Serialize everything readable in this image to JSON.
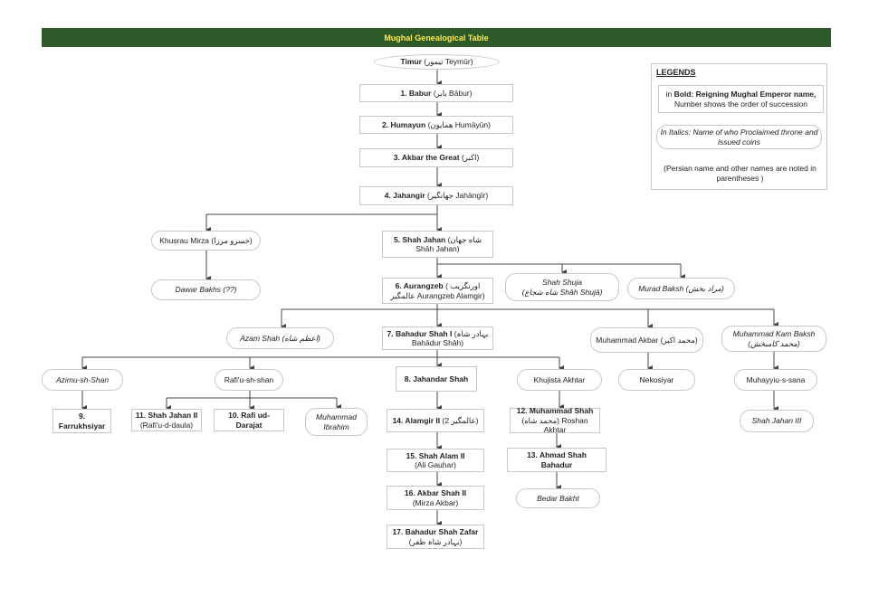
{
  "title": "Mughal Genealogical Table",
  "legend": {
    "heading": "LEGENDS",
    "bold_prefix": "in ",
    "bold_text": "Bold: Reigning Mughal Emperor name,",
    "bold_rest": "Number shows the order of succession",
    "italic_text": "In Italics: Name of who Proclaimed throne and issued coins",
    "note": "(Persian name and other names are noted in parentheses )"
  },
  "nodes": {
    "timur": {
      "name": "Timur",
      "rest": " (تیمور Teymūr)"
    },
    "babur": {
      "name": "1. Babur",
      "rest": " (بابر Bābur)"
    },
    "humayun": {
      "name": "2. Humayun",
      "rest": " (همایون Humāyūn)"
    },
    "akbar": {
      "name": "3. Akbar the Great",
      "rest": " (اکبر)"
    },
    "jahangir": {
      "name": "4. Jahangir",
      "rest": " (جهانگیر Jahāngīr)"
    },
    "khusrau": {
      "name": "Khusrau Mirza (خسرو مرزا)"
    },
    "shahjahan": {
      "name": "5. Shah Jahan",
      "rest": " (شاه جهان Shāh Jahan)"
    },
    "dawar": {
      "name": "Dawar Bakhs (??)"
    },
    "aurangzeb": {
      "name": "6. Aurangzeb",
      "rest": " ( اورنگزیب عالمگیر Aurangzeb Alamgir)"
    },
    "shuja": {
      "name": "Shah Shuja",
      "rest": "(شاه شجاع Shāh Shujā)"
    },
    "murad": {
      "name": "Murad Baksh (مراد بخش)"
    },
    "azam": {
      "name": "Azam Shah (اعظم شاه)"
    },
    "bahadur1": {
      "name": "7. Bahadur Shah I",
      "rest": " (بہادر شاہ Bahādur Shāh)"
    },
    "mak": {
      "name": "Muhammad Akbar (محمد اکبر)"
    },
    "kambaksh": {
      "name": "Muhammad Kam Baksh",
      "rest": "(محمد کامبخش)"
    },
    "azimu": {
      "name": "Azimu-sh-Shan"
    },
    "rafiushan": {
      "name": "Rafi'u-sh-shan"
    },
    "jahandar": {
      "name": "8. Jahandar Shah"
    },
    "khujista": {
      "name": "Khujista Akhtar"
    },
    "nekosiyar": {
      "name": "Nekosiyar"
    },
    "muhayyiu": {
      "name": "Muhayyiu-s-sana"
    },
    "farrukh": {
      "name": "9. Farrukhsiyar"
    },
    "sj2": {
      "name": "11. Shah Jahan II",
      "rest": "(Rafi'u-d-daula)"
    },
    "rafi10": {
      "name": "10. Rafi ud-Darajat"
    },
    "ibrahim": {
      "name": "Muhammad Ibrahim"
    },
    "alamgir2": {
      "name": "14. Alamgir II",
      "rest": " (عالمگیر 2)"
    },
    "mshah": {
      "name": "12. Muhammad Shah",
      "rest": "(محمد شاه) Roshan Akhtar"
    },
    "sj3": {
      "name": "Shah Jahan III"
    },
    "shahalam": {
      "name": "15. Shah Alam II",
      "rest": "(Ali Gauhar)"
    },
    "ahmad": {
      "name": "13. Ahmad Shah Bahadur"
    },
    "akbar2": {
      "name": "16. Akbar Shah II",
      "rest": "(Mirza Akbar)"
    },
    "bedar": {
      "name": "Bedar Bakht"
    },
    "bsz": {
      "name": "17. Bahadur Shah Zafar",
      "rest": "(بہادر شاہ ظفر)"
    }
  }
}
